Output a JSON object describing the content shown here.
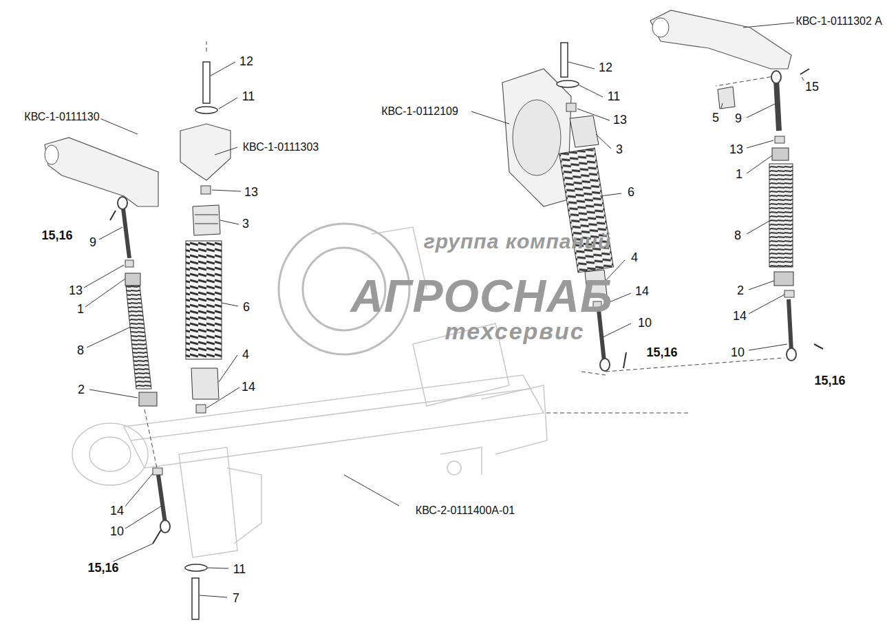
{
  "diagram": {
    "labels": [
      "КВС-1-0111130",
      "15,16",
      "9",
      "13",
      "1",
      "8",
      "2",
      "14",
      "10",
      "15,16",
      "11",
      "7",
      "12",
      "11",
      "КВС-1-0111303",
      "13",
      "3",
      "6",
      "4",
      "14",
      "КВС-1-0112109",
      "12",
      "11",
      "13",
      "3",
      "6",
      "4",
      "14",
      "10",
      "15,16",
      "КВС-1-0111302 А",
      "15",
      "5",
      "9",
      "13",
      "1",
      "8",
      "2",
      "14",
      "10",
      "15,16",
      "КВС-2-0111400А-01",
      "группа компаний",
      "АГРОСНАБ",
      "техсервис"
    ]
  }
}
